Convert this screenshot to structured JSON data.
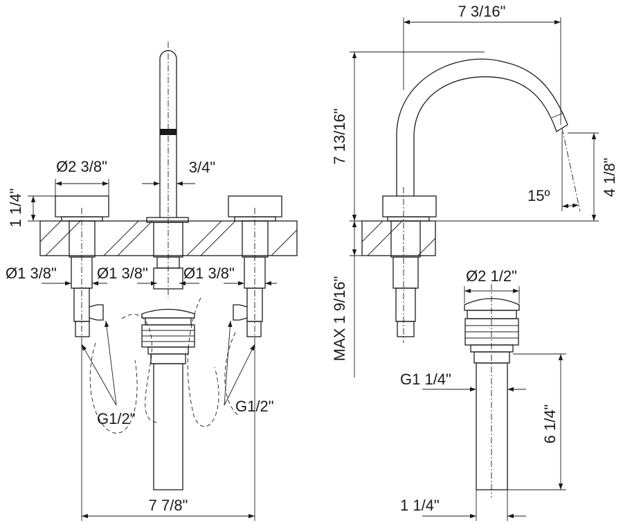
{
  "front_view": {
    "handle_diameter": "Ø2 3/8\"",
    "spout_tube": "3/4\"",
    "handle_height": "1 1/4\"",
    "shank_left": "Ø1 3/8\"",
    "shank_center": "Ø1 3/8\"",
    "shank_right": "Ø1 3/8\"",
    "connection_left": "G1/2\"",
    "connection_right": "G1/2\"",
    "overall_width": "7 7/8\""
  },
  "side_view": {
    "spout_reach": "7 3/16\"",
    "spout_height": "7 13/16\"",
    "outlet_height": "4 1/8\"",
    "outlet_angle": "15º",
    "max_deck_thickness": "MAX 1 9/16\""
  },
  "drain_view": {
    "cap_diameter": "Ø2 1/2\"",
    "thread": "G1 1/4\"",
    "tail_length": "6 1/4\"",
    "tail_diameter": "1 1/4\""
  }
}
